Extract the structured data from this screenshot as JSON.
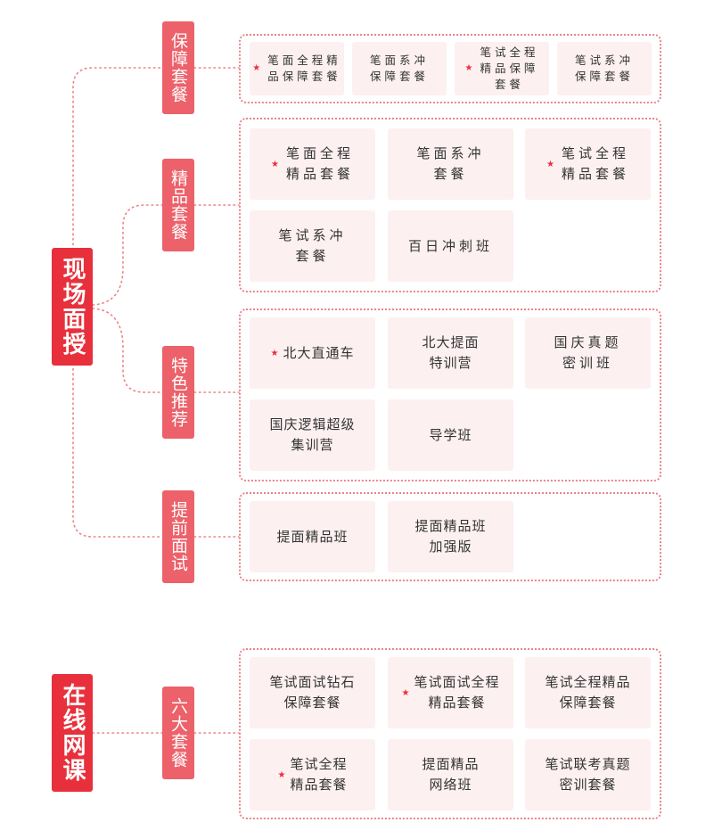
{
  "colors": {
    "main": "#e8303c",
    "sub": "#ec616a",
    "card_bg": "#fdf0f1",
    "dots": "#e9848a",
    "star": "#e8303c"
  },
  "sections": [
    {
      "label": "现场面授",
      "groups": [
        {
          "label": "保障套餐",
          "cards": [
            {
              "text": "笔面全程精\n品保障套餐",
              "star": true
            },
            {
              "text": "笔面系冲\n保障套餐",
              "star": false
            },
            {
              "text": "笔试全程\n精品保障\n套餐",
              "star": true
            },
            {
              "text": "笔试系冲\n保障套餐",
              "star": false
            }
          ]
        },
        {
          "label": "精品套餐",
          "cards": [
            {
              "text": "笔面全程\n精品套餐",
              "star": true
            },
            {
              "text": "笔面系冲\n套餐",
              "star": false
            },
            {
              "text": "笔试全程\n精品套餐",
              "star": true
            },
            {
              "text": "笔试系冲\n套餐",
              "star": false
            },
            {
              "text": "百日冲刺班",
              "star": false
            }
          ]
        },
        {
          "label": "特色推荐",
          "cards": [
            {
              "text": "北大直通车",
              "star": true
            },
            {
              "text": "北大提面\n特训营",
              "star": false
            },
            {
              "text": "国庆真题\n密训班",
              "star": false
            },
            {
              "text": "国庆逻辑超级\n集训营",
              "star": false
            },
            {
              "text": "导学班",
              "star": false
            }
          ]
        },
        {
          "label": "提前面试",
          "cards": [
            {
              "text": "提面精品班",
              "star": false
            },
            {
              "text": "提面精品班\n加强版",
              "star": false
            }
          ]
        }
      ]
    },
    {
      "label": "在线网课",
      "groups": [
        {
          "label": "六大套餐",
          "cards": [
            {
              "text": "笔试面试钻石\n保障套餐",
              "star": false
            },
            {
              "text": "笔试面试全程\n精品套餐",
              "star": true
            },
            {
              "text": "笔试全程精品\n保障套餐",
              "star": false
            },
            {
              "text": "笔试全程\n精品套餐",
              "star": true
            },
            {
              "text": "提面精品\n网络班",
              "star": false
            },
            {
              "text": "笔试联考真题\n密训套餐",
              "star": false
            }
          ]
        }
      ]
    }
  ]
}
